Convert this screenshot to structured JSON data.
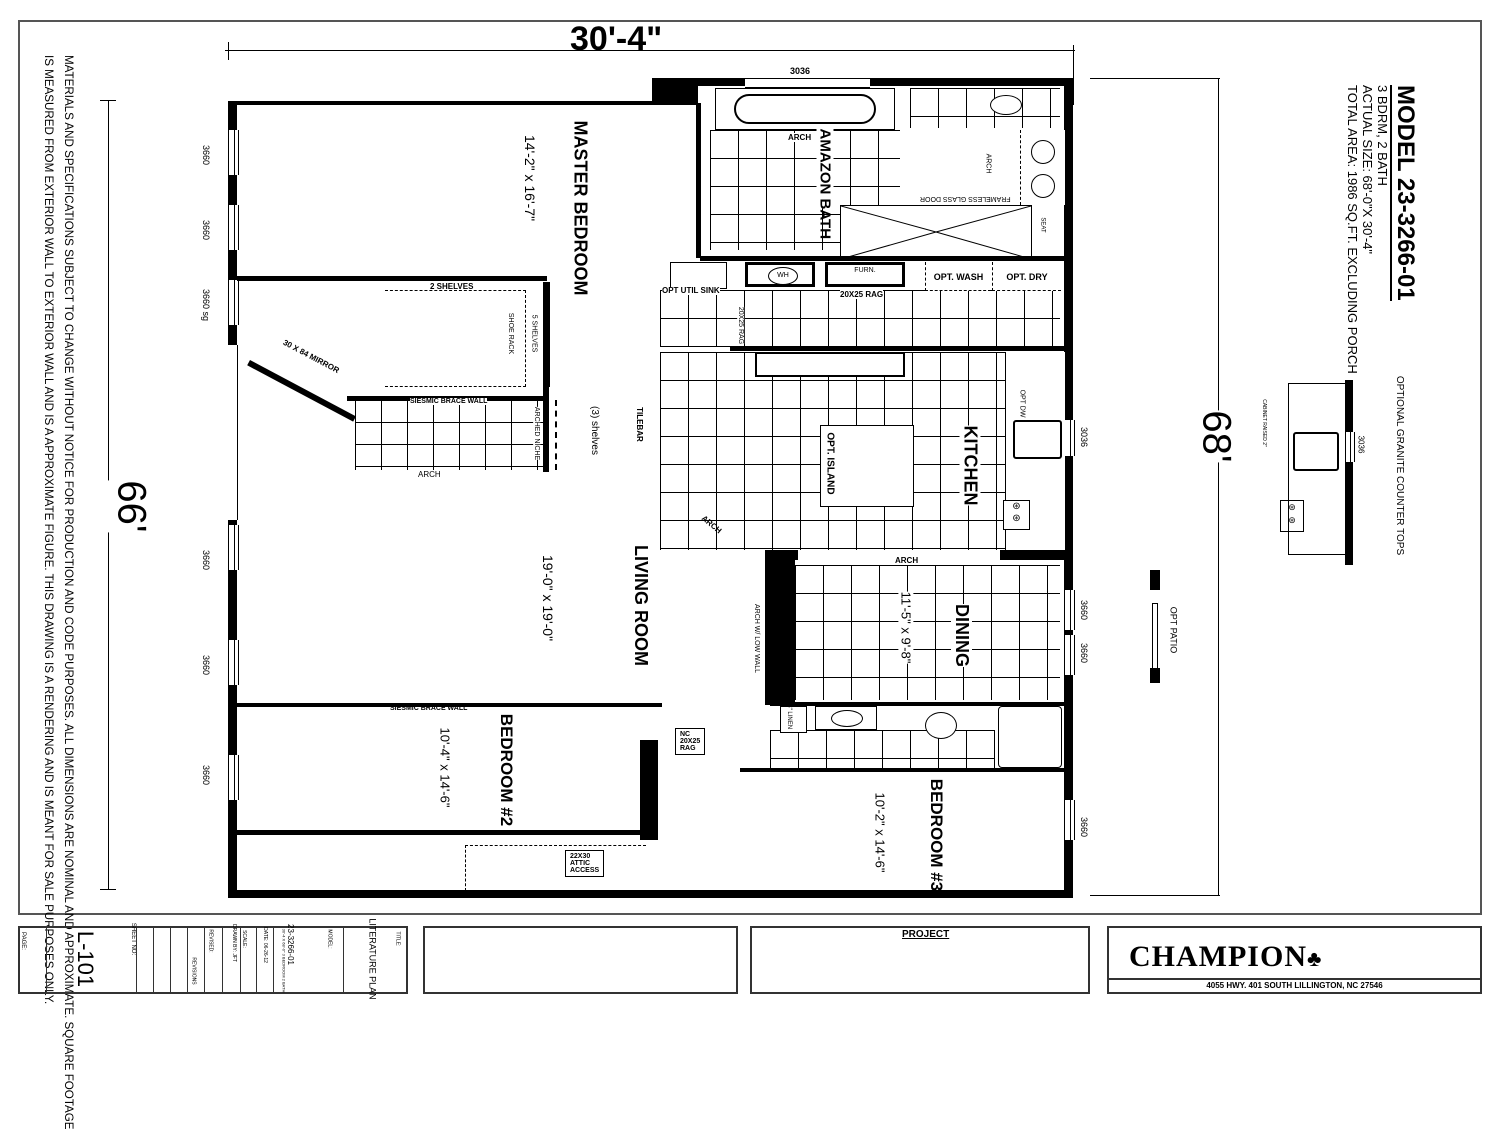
{
  "drawing": {
    "width_dimension": "30'-4\"",
    "left_dimension": "66'",
    "right_dimension": "68'",
    "model_title": "MODEL 23-3266-01",
    "specs": [
      "3 BDRM, 2 BATH",
      "ACTUAL SIZE: 68'-0\"X 30'-4\"",
      "TOTAL AREA: 1986 SQ.FT. EXCLUDING PORCH"
    ],
    "disclaimer_line1": "MATERIALS AND SPECIFICATIONS SUBJECT TO CHANGE WITHOUT NOTICE FOR PRODUCTION AND CODE PURPOSES. ALL DIMENSIONS ARE NOMINAL AND APPROXIMATE. SQUARE FOOTAGE",
    "disclaimer_line2": "IS MEASURED FROM EXTERIOR WALL TO EXTERIOR WALL AND IS A APPROXIMATE FIGURE. THIS DRAWING IS A RENDERING AND IS MEANT FOR SALE PURPOSES ONLY."
  },
  "rooms": {
    "master_bedroom": {
      "name": "MASTER BEDROOM",
      "size": "14'-2\" x 16'-7\""
    },
    "amazon_bath": {
      "name": "AMAZON BATH"
    },
    "kitchen": {
      "name": "KITCHEN"
    },
    "living_room": {
      "name": "LIVING ROOM",
      "size": "19'-0\" x 19'-0\""
    },
    "dining": {
      "name": "DINING",
      "size": "11'-5\" x 9'-8\""
    },
    "bedroom2": {
      "name": "BEDROOM #2",
      "size": "10'-4\" x 14'-6\""
    },
    "bedroom3": {
      "name": "BEDROOM #3",
      "size": "10'-2\" x 14'-6\""
    }
  },
  "annotations": {
    "top_window": "3036",
    "left_windows": [
      "3660",
      "3660",
      "3660 sg",
      "3660",
      "3660",
      "3660"
    ],
    "right_windows": [
      "3036",
      "3660",
      "3660",
      "3660"
    ],
    "arch": "ARCH",
    "glass_door": "FRAMELESS GLASS DOOR",
    "seat": "SEAT",
    "opt_util_sink": "OPT UTIL SINK",
    "wh": "WH",
    "furn": "FURN.",
    "rag_20x25": "20X25 RAG",
    "opt_wash": "OPT. WASH",
    "opt_dry": "OPT. DRY",
    "two_shelves": "2 SHELVES",
    "five_shelves": "5 SHELVES",
    "shoe_rack": "SHOE RACK",
    "mirror": "30 X 84 MIRROR",
    "seismic_wall": "SIESMIC BRACE WALL",
    "arched_niche": "ARCHED NICHE",
    "three_shelves": "(3) shelves",
    "tilebar": "TILEBAR",
    "opt_island": "OPT. ISLAND",
    "opt_dw": "OPT DW",
    "arch_low_wall": "ARCH W/ LOW WALL",
    "linen": "18\" LINEN",
    "nc_rag": [
      "NC",
      "20X25",
      "RAG"
    ],
    "attic_access": [
      "22X30",
      "ATTIC",
      "ACCESS"
    ],
    "opt_patio": "OPT PATIO",
    "granite_title": "OPTIONAL GRANITE COUNTER TOPS",
    "granite_window": "3036",
    "cabinet_raised": "CABINET RAISED 2\""
  },
  "title_block": {
    "page_label": "PAGE:",
    "sheet_no_label": "SHEET NO:",
    "sheet_no": "L-101",
    "revisions_label": "REVISIONS",
    "revised_label": "REVISED:",
    "drawn_by_label": "DRAWN BY:",
    "drawn_by": "JFT",
    "scale_label": "SCALE:",
    "date_label": "DATE:",
    "date": "06-26-12",
    "model_label": "MODEL:",
    "model": "23-3266-01",
    "model_desc": "30'-4 X 68'-0\" 3 BEDROOM 2 BATH",
    "title_label": "TITLE:",
    "title": "LITERATURE PLAN",
    "project_label": "PROJECT",
    "brand": "CHAMPION",
    "address": "4055 HWY. 401 SOUTH   LILLINGTON, NC  27546"
  }
}
